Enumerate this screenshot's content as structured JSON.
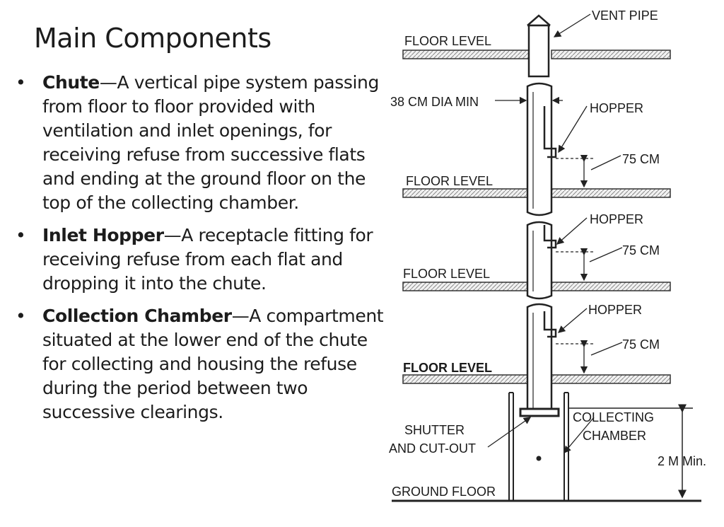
{
  "title": "Main Components",
  "bullets": [
    {
      "term": "Chute",
      "dash": "—",
      "text": "A vertical pipe system passing from floor to floor provided with ventilation and inlet openings, for receiving refuse from successive flats and ending at the ground floor on the top of the collecting chamber."
    },
    {
      "term": "Inlet Hopper",
      "dash": "—",
      "text": "A receptacle fitting for receiving refuse from each flat and dropping it into the chute."
    },
    {
      "term": "Collection Chamber",
      "dash": "—",
      "text": "A compartment situated at the lower end of the chute for collecting and housing the refuse during the period between two successive clearings."
    }
  ],
  "bullet_glyph": "•",
  "diagram": {
    "vent_pipe": "VENT PIPE",
    "floor_level_1": "FLOOR LEVEL",
    "floor_level_2": "FLOOR LEVEL",
    "floor_level_3": "FLOOR LEVEL",
    "floor_level_4": "FLOOR LEVEL",
    "diameter": "38 CM DIA MIN",
    "hopper_1": "HOPPER",
    "hopper_2": "HOPPER",
    "hopper_3": "HOPPER",
    "dim_75_1": "75 CM",
    "dim_75_2": "75 CM",
    "dim_75_3": "75 CM",
    "shutter_line1": "SHUTTER",
    "shutter_line2": "AND CUT-OUT",
    "collecting_line1": "COLLECTING",
    "collecting_line2": "CHAMBER",
    "height_min": "2 M Min.",
    "ground_floor": "GROUND FLOOR"
  }
}
